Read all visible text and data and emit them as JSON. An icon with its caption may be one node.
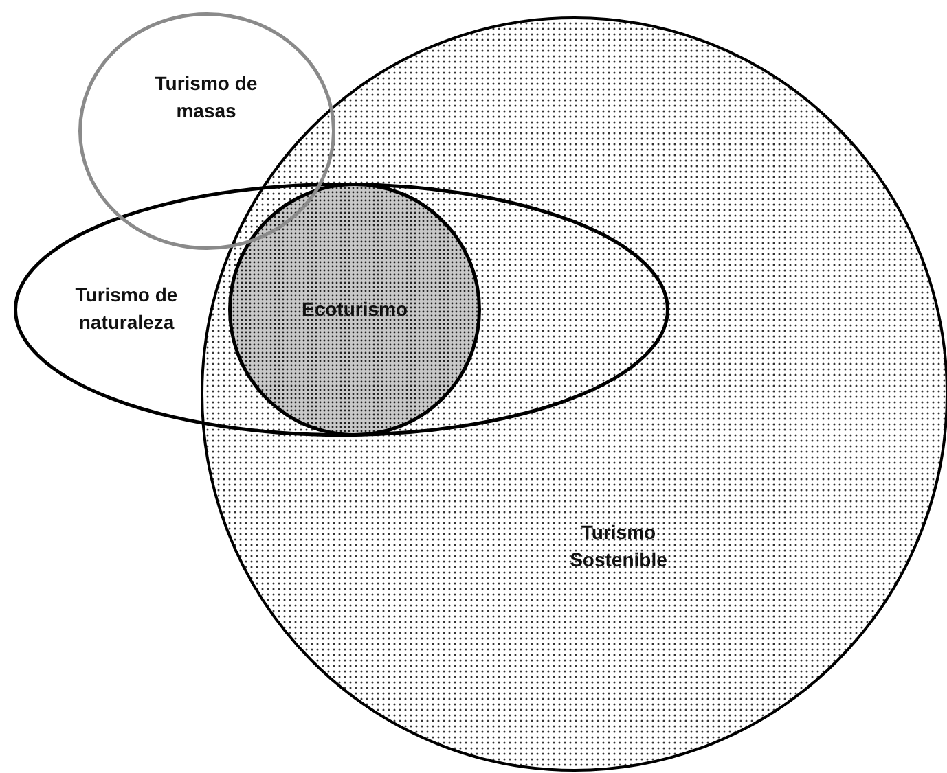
{
  "diagram": {
    "nodes": [
      {
        "text": [
          "Turismo Sostenible"
        ]
      },
      {
        "text": [
          "Turismo de naturaleza"
        ]
      },
      {
        "text": [
          "Ecoturismo"
        ]
      },
      {
        "text": [
          "Turismo de masas"
        ]
      }
    ]
  }
}
